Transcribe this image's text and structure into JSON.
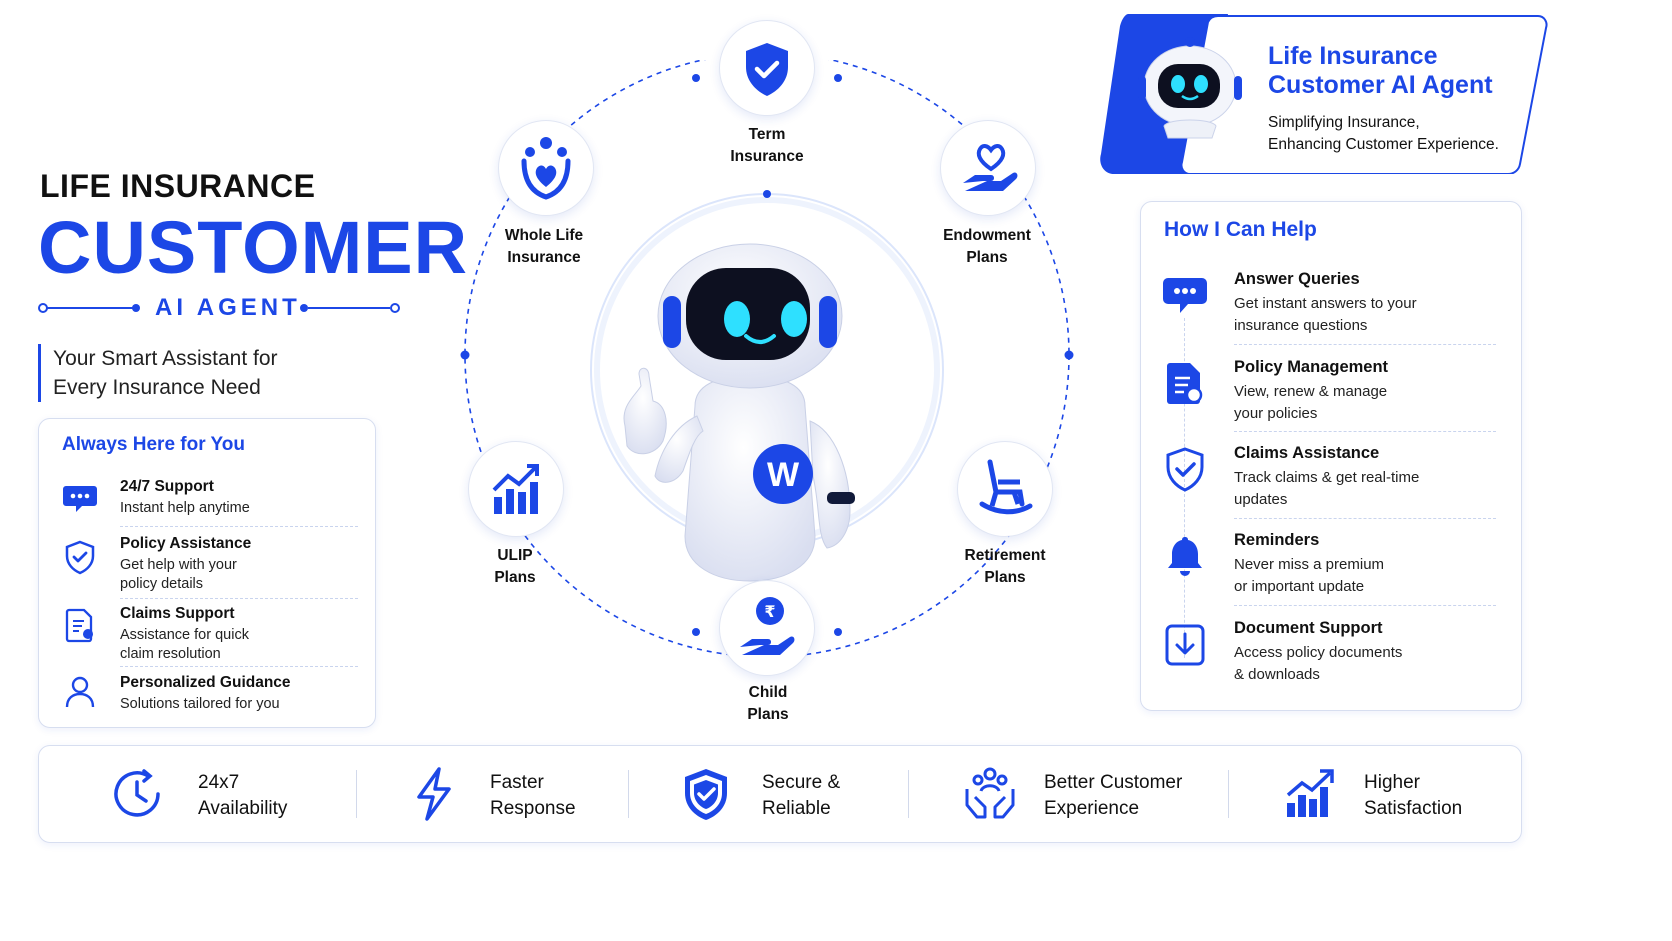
{
  "title": {
    "line1": "LIFE INSURANCE",
    "line2": "CUSTOMER",
    "line3": "AI AGENT",
    "tagline_1": "Your Smart Assistant for",
    "tagline_2": "Every Insurance Need"
  },
  "left_panel": {
    "title": "Always Here for You",
    "items": [
      {
        "icon": "chat-icon",
        "title": "24/7 Support",
        "desc_1": "Instant help anytime",
        "desc_2": ""
      },
      {
        "icon": "shield-check-icon",
        "title": "Policy Assistance",
        "desc_1": "Get help with your",
        "desc_2": "policy details"
      },
      {
        "icon": "document-icon",
        "title": "Claims Support",
        "desc_1": "Assistance for quick",
        "desc_2": "claim resolution"
      },
      {
        "icon": "person-icon",
        "title": "Personalized Guidance",
        "desc_1": "Solutions tailored for you",
        "desc_2": ""
      }
    ]
  },
  "header_card": {
    "title_1": "Life Insurance",
    "title_2": "Customer AI Agent",
    "sub_1": "Simplifying Insurance,",
    "sub_2": "Enhancing Customer Experience."
  },
  "right_panel": {
    "title": "How I Can Help",
    "items": [
      {
        "icon": "chat-icon",
        "title": "Answer Queries",
        "desc_1": "Get instant answers to your",
        "desc_2": "insurance questions"
      },
      {
        "icon": "document-icon",
        "title": "Policy Management",
        "desc_1": "View, renew & manage",
        "desc_2": "your policies"
      },
      {
        "icon": "shield-check-icon",
        "title": "Claims Assistance",
        "desc_1": "Track claims & get real-time",
        "desc_2": "updates"
      },
      {
        "icon": "bell-icon",
        "title": "Reminders",
        "desc_1": "Never miss a premium",
        "desc_2": "or important update"
      },
      {
        "icon": "download-icon",
        "title": "Document Support",
        "desc_1": "Access policy documents",
        "desc_2": "& downloads"
      }
    ]
  },
  "plans": {
    "term": {
      "l1": "Term",
      "l2": "Insurance",
      "icon": "shield-check-icon"
    },
    "whole": {
      "l1": "Whole Life",
      "l2": "Insurance",
      "icon": "family-heart-icon"
    },
    "endow": {
      "l1": "Endowment",
      "l2": "Plans",
      "icon": "hand-heart-icon"
    },
    "ulip": {
      "l1": "ULIP",
      "l2": "Plans",
      "icon": "bar-chart-icon"
    },
    "retire": {
      "l1": "Retirement",
      "l2": "Plans",
      "icon": "rocking-chair-icon"
    },
    "child": {
      "l1": "Child",
      "l2": "Plans",
      "icon": "rupee-hand-icon"
    }
  },
  "robot": {
    "badge": "W"
  },
  "bottom_bar": [
    {
      "icon": "clock-icon",
      "l1": "24x7",
      "l2": "Availability"
    },
    {
      "icon": "lightning-icon",
      "l1": "Faster",
      "l2": "Response"
    },
    {
      "icon": "shield-check-icon",
      "l1": "Secure &",
      "l2": "Reliable"
    },
    {
      "icon": "people-hands-icon",
      "l1": "Better Customer",
      "l2": "Experience"
    },
    {
      "icon": "growth-chart-icon",
      "l1": "Higher",
      "l2": "Satisfaction"
    }
  ],
  "colors": {
    "accent": "#1c47e6",
    "accent_light": "#3f7cf5",
    "panel_border": "#d7def0"
  }
}
